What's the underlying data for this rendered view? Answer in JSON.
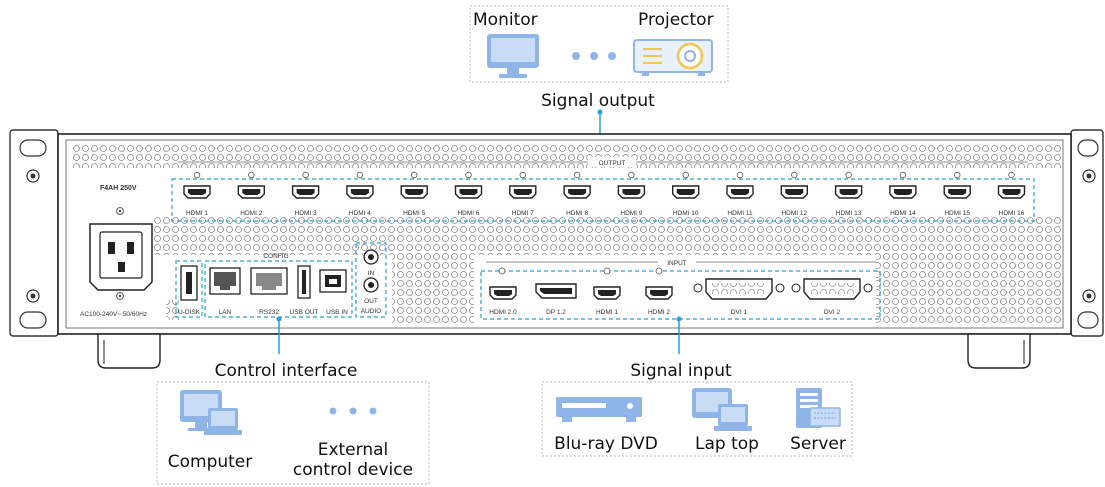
{
  "devices": {
    "monitor": "Monitor",
    "projector": "Projector",
    "computer": "Computer",
    "external_line1": "External",
    "external_line2": "control device",
    "bluray": "Blu-ray DVD",
    "laptop": "Lap top",
    "server": "Server"
  },
  "callouts": {
    "signal_output": "Signal output",
    "control_interface": "Control interface",
    "signal_input": "Signal input"
  },
  "panel": {
    "fuse": "F4AH 250V",
    "power": "AC100-240V~  50/60Hz",
    "output_title": "OUTPUT",
    "input_title": "INPUT",
    "config_title": "CONFIG",
    "udisk": "U-DISK",
    "lan": "LAN",
    "rs232": "RS232",
    "usb_out": "USB OUT",
    "usb_in": "USB IN",
    "audio_in": "IN",
    "audio_out": "OUT",
    "audio": "AUDIO",
    "outputs": [
      "HDMI 1",
      "HDMI 2",
      "HDMI 3",
      "HDMI 4",
      "HDMI 5",
      "HDMI 6",
      "HDMI 7",
      "HDMI 8",
      "HDMI 9",
      "HDMI 10",
      "HDMI 11",
      "HDMI 12",
      "HDMI 13",
      "HDMI 14",
      "HDMI 15",
      "HDMI 16"
    ],
    "inputs": [
      "HDMI 2.0",
      "DP 1.2",
      "HDMI 1",
      "HDMI 2",
      "DVI 1",
      "DVI 2"
    ]
  },
  "colors": {
    "accent": "#2a9fd6",
    "icon_blue": "#8fb4e8",
    "icon_yellow": "#f2c54b"
  }
}
